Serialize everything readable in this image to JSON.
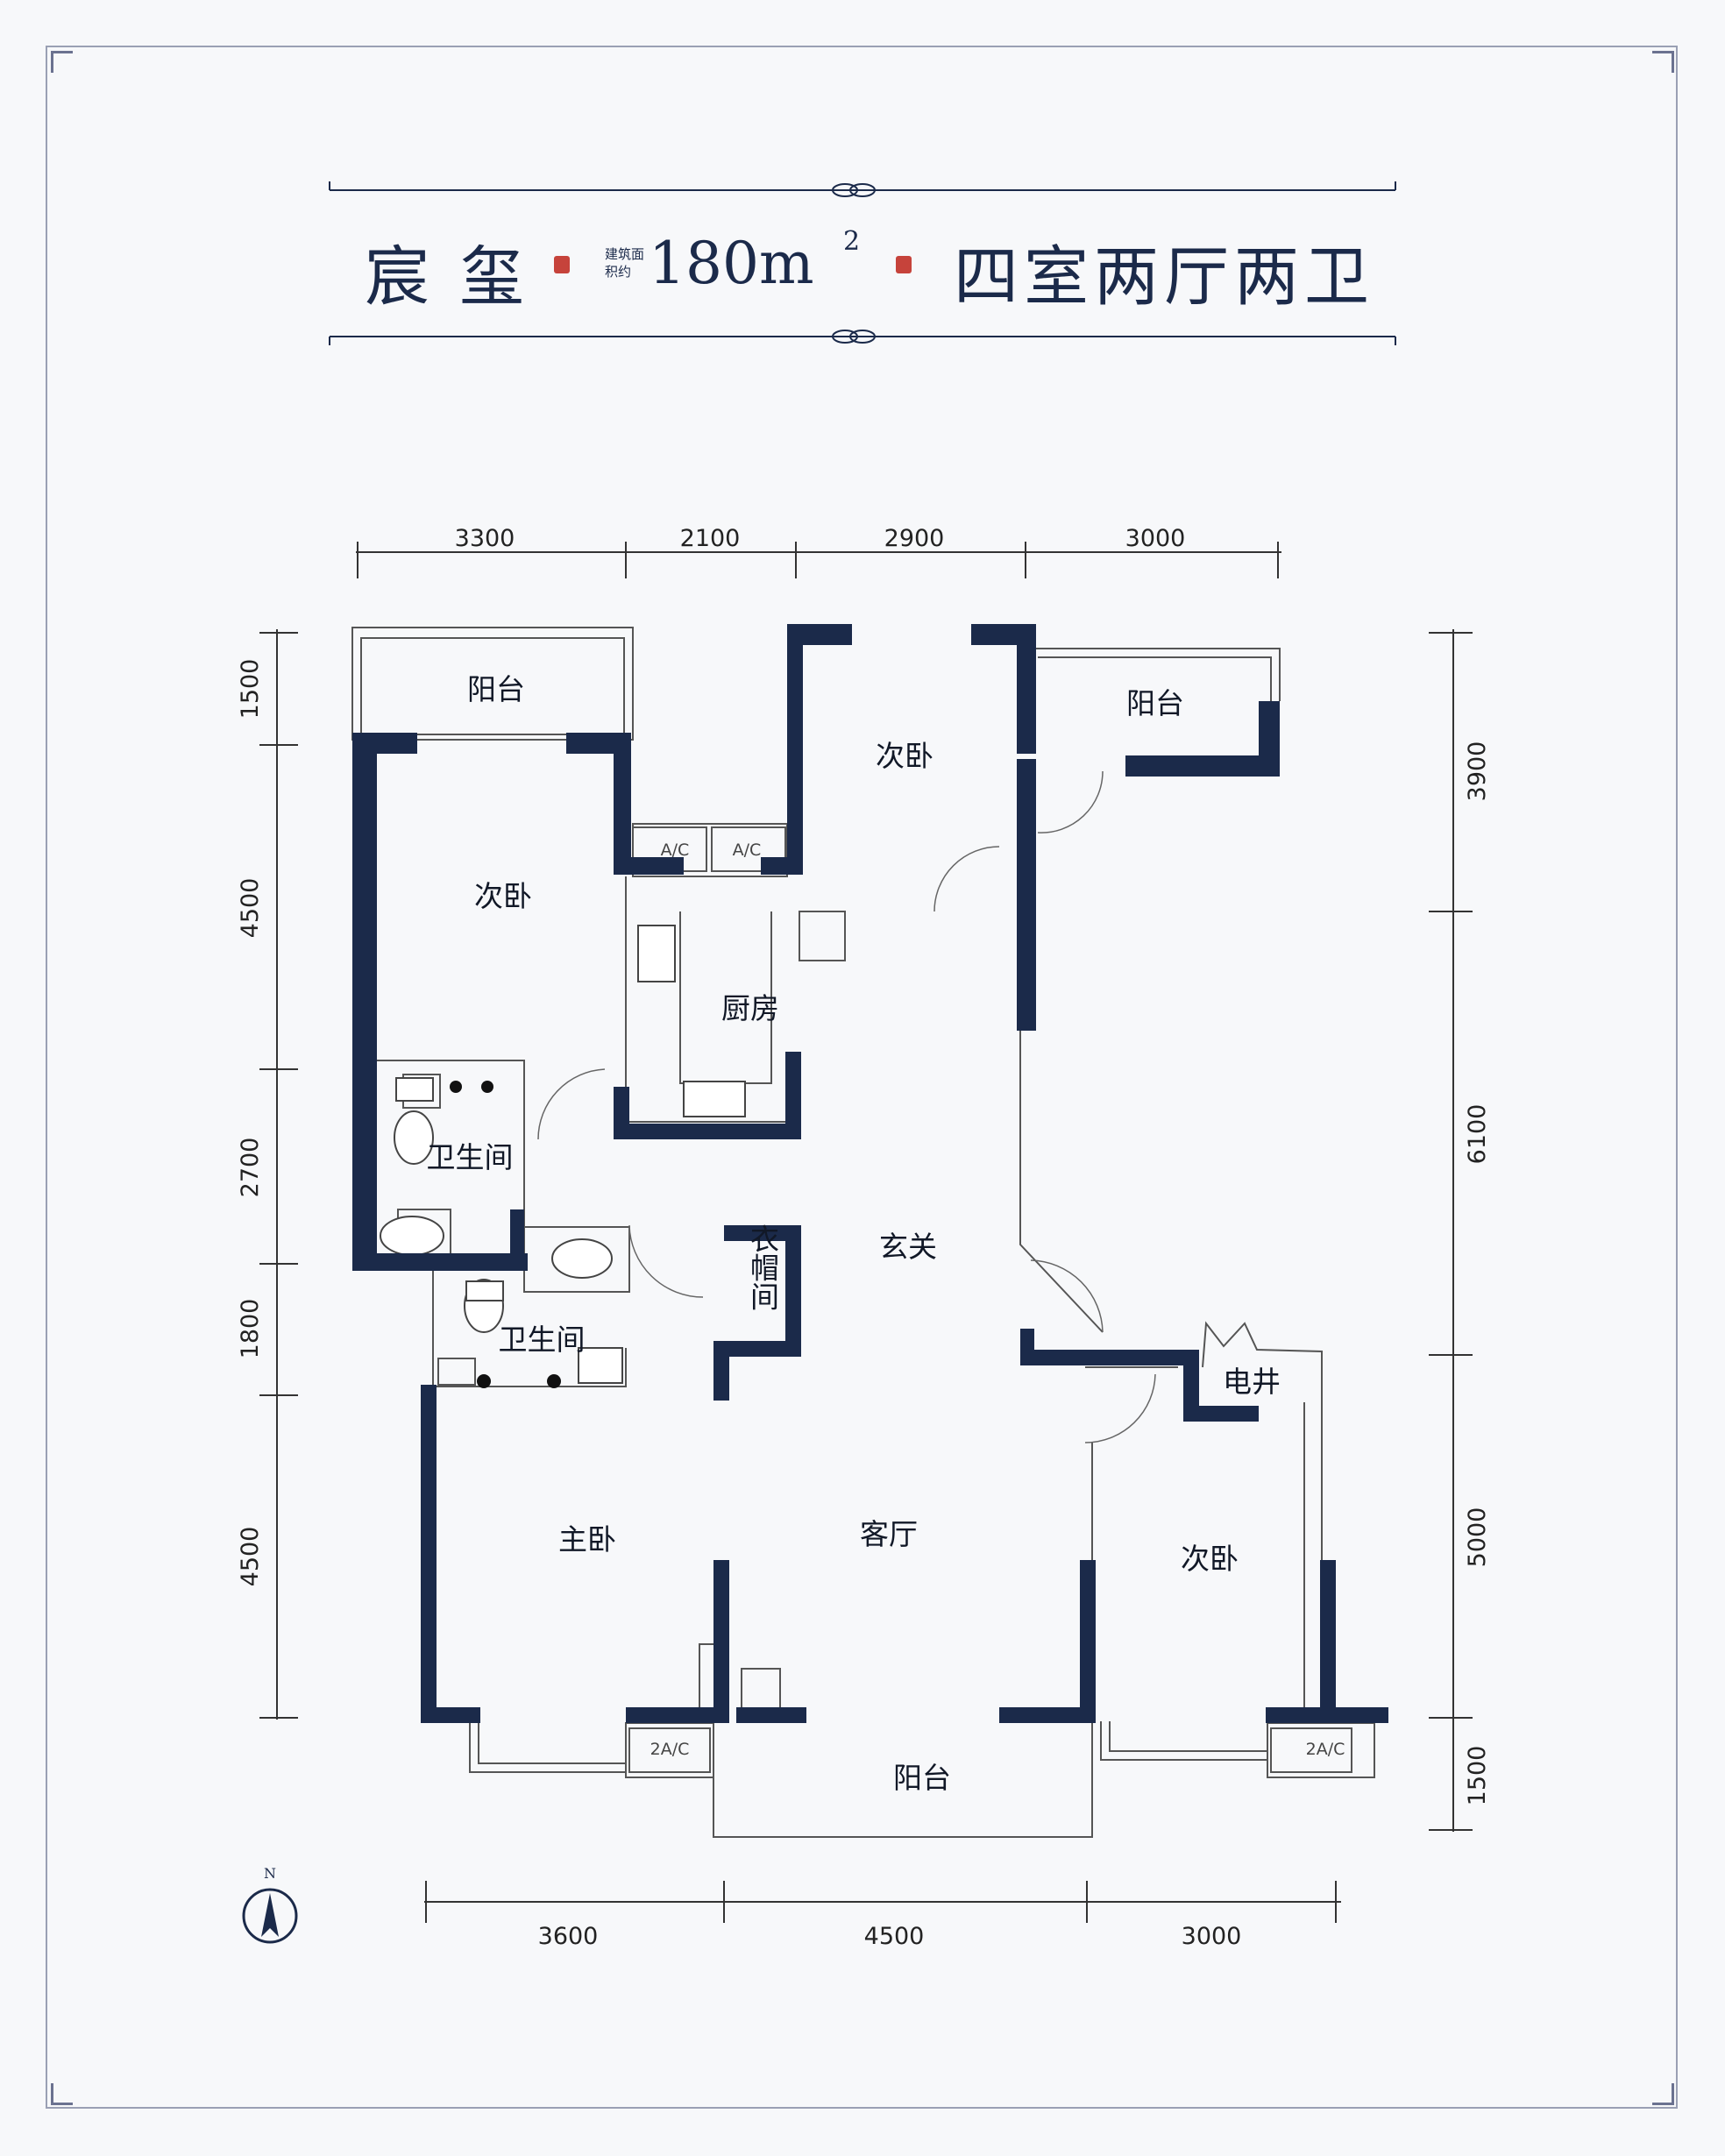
{
  "header": {
    "name": "宸玺",
    "area_label": "建筑面积约",
    "area_value": "180m",
    "area_unit_sup": "2",
    "layout_type": "四室两厅两卫"
  },
  "rooms": {
    "balcony_nw": "阳台",
    "bedroom_nw": "次卧",
    "bedroom_n": "次卧",
    "balcony_ne": "阳台",
    "kitchen": "厨房",
    "bathroom_w": "卫生间",
    "foyer": "玄关",
    "cloakroom": "衣帽间",
    "bathroom_master": "卫生间",
    "electric_shaft": "电井",
    "master_bedroom": "主卧",
    "living_room": "客厅",
    "bedroom_se": "次卧",
    "balcony_s": "阳台"
  },
  "ac_labels": {
    "ac_1": "A/C",
    "ac_2": "A/C",
    "ac_3": "2A/C",
    "ac_4": "2A/C"
  },
  "dimensions": {
    "top": [
      "3300",
      "2100",
      "2900",
      "3000"
    ],
    "bottom": [
      "3600",
      "4500",
      "3000"
    ],
    "left": [
      "1500",
      "4500",
      "2700",
      "1800",
      "4500"
    ],
    "right": [
      "3900",
      "6100",
      "5000",
      "1500"
    ]
  },
  "compass": {
    "label": "N"
  },
  "colors": {
    "wall": "#1b2a4a",
    "ink": "#1b2a4a",
    "seal": "#c6433b"
  }
}
